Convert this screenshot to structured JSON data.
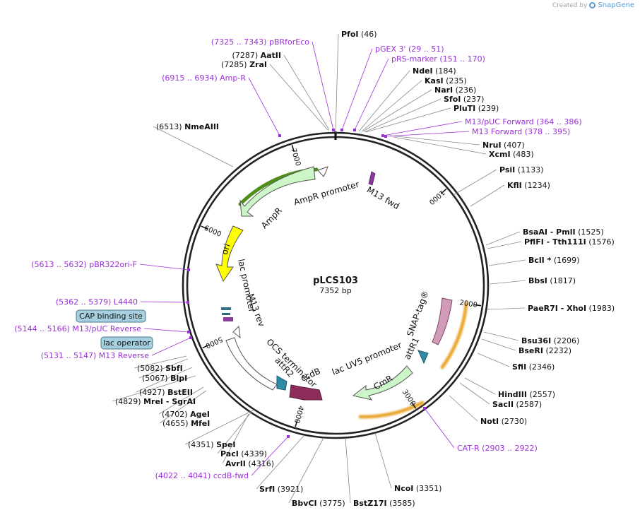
{
  "credit": {
    "prefix": "Created by",
    "brand": "SnapGene"
  },
  "map": {
    "name": "pLCS103",
    "size": "7352 bp",
    "length": 7352
  },
  "ticks": [
    "1000",
    "2000",
    "3000",
    "4000",
    "5000",
    "6000",
    "7000"
  ],
  "features": [
    {
      "name": "AmpR promoter",
      "color": "#ffffff"
    },
    {
      "name": "AmpR",
      "color": "#ccf5c8"
    },
    {
      "name": "ori",
      "color": "#ffff00"
    },
    {
      "name": "lac promoter",
      "color": "#ffffff"
    },
    {
      "name": "M13 rev",
      "color": "#ffffff"
    },
    {
      "name": "M13 fwd",
      "color": "#8b3a9e"
    },
    {
      "name": "CAP binding site",
      "color": "#a6cfe0"
    },
    {
      "name": "lac operator",
      "color": "#a6cfe0"
    },
    {
      "name": "OCS terminator",
      "color": "#ffffff"
    },
    {
      "name": "attR2",
      "color": "#2f8aa3"
    },
    {
      "name": "ccdB",
      "color": "#8e2d5c"
    },
    {
      "name": "lac UV5 promoter",
      "color": "#ffffff"
    },
    {
      "name": "CmR",
      "color": "#ccf5c8"
    },
    {
      "name": "attR1",
      "color": "#2f8aa3"
    },
    {
      "name": "SNAP-tag®",
      "color": "#d29bb7"
    }
  ],
  "sites": [
    {
      "name": "PfoI",
      "pos": "(46)"
    },
    {
      "name": "AatII",
      "pos": "(7287)"
    },
    {
      "name": "ZraI",
      "pos": "(7285)"
    },
    {
      "name": "NdeI",
      "pos": "(184)"
    },
    {
      "name": "KasI",
      "pos": "(235)"
    },
    {
      "name": "NarI",
      "pos": "(236)"
    },
    {
      "name": "SfoI",
      "pos": "(237)"
    },
    {
      "name": "PluTI",
      "pos": "(239)"
    },
    {
      "name": "NruI",
      "pos": "(407)"
    },
    {
      "name": "XcmI",
      "pos": "(483)"
    },
    {
      "name": "PsiI",
      "pos": "(1133)"
    },
    {
      "name": "KflI",
      "pos": "(1234)"
    },
    {
      "name": "BsaAI  - PmlI",
      "pos": "(1525)"
    },
    {
      "name": "PflFI  - Tth111I",
      "pos": "(1576)"
    },
    {
      "name": "BclI *",
      "pos": "(1699)"
    },
    {
      "name": "BbsI",
      "pos": "(1817)"
    },
    {
      "name": "PaeR7I  - XhoI",
      "pos": "(1983)"
    },
    {
      "name": "Bsu36I",
      "pos": "(2206)"
    },
    {
      "name": "BseRI",
      "pos": "(2232)"
    },
    {
      "name": "SfiI",
      "pos": "(2346)"
    },
    {
      "name": "HindIII",
      "pos": "(2557)"
    },
    {
      "name": "SacII",
      "pos": "(2587)"
    },
    {
      "name": "NotI",
      "pos": "(2730)"
    },
    {
      "name": "NcoI",
      "pos": "(3351)"
    },
    {
      "name": "BstZ17I",
      "pos": "(3585)"
    },
    {
      "name": "BbvCI",
      "pos": "(3775)"
    },
    {
      "name": "SrfI",
      "pos": "(3921)"
    },
    {
      "name": "AvrII",
      "pos": "(4316)"
    },
    {
      "name": "PacI",
      "pos": "(4339)"
    },
    {
      "name": "SpeI",
      "pos": "(4351)"
    },
    {
      "name": "MfeI",
      "pos": "(4655)"
    },
    {
      "name": "AgeI",
      "pos": "(4702)"
    },
    {
      "name": "MreI  - SgrAI",
      "pos": "(4829)"
    },
    {
      "name": "BstEII",
      "pos": "(4927)"
    },
    {
      "name": "BlpI",
      "pos": "(5067)"
    },
    {
      "name": "SbfI",
      "pos": "(5082)"
    },
    {
      "name": "NmeAIII",
      "pos": "(6513)"
    }
  ],
  "primers": [
    {
      "name": "pBRforEco",
      "range": "(7325 .. 7343)"
    },
    {
      "name": "pGEX 3'",
      "range": "(29 .. 51)"
    },
    {
      "name": "pRS-marker",
      "range": "(151 .. 170)"
    },
    {
      "name": "Amp-R",
      "range": "(6915 .. 6934)"
    },
    {
      "name": "M13/pUC Forward",
      "range": "(364 .. 386)"
    },
    {
      "name": "M13 Forward",
      "range": "(378 .. 395)"
    },
    {
      "name": "pBR322ori-F",
      "range": "(5613 .. 5632)"
    },
    {
      "name": "L4440",
      "range": "(5362 .. 5379)"
    },
    {
      "name": "M13/pUC Reverse",
      "range": "(5144 .. 5166)"
    },
    {
      "name": "M13 Reverse",
      "range": "(5131 .. 5147)"
    },
    {
      "name": "CAT-R",
      "range": "(2903 .. 2922)"
    },
    {
      "name": "ccdB-fwd",
      "range": "(4022 .. 4041)"
    }
  ]
}
